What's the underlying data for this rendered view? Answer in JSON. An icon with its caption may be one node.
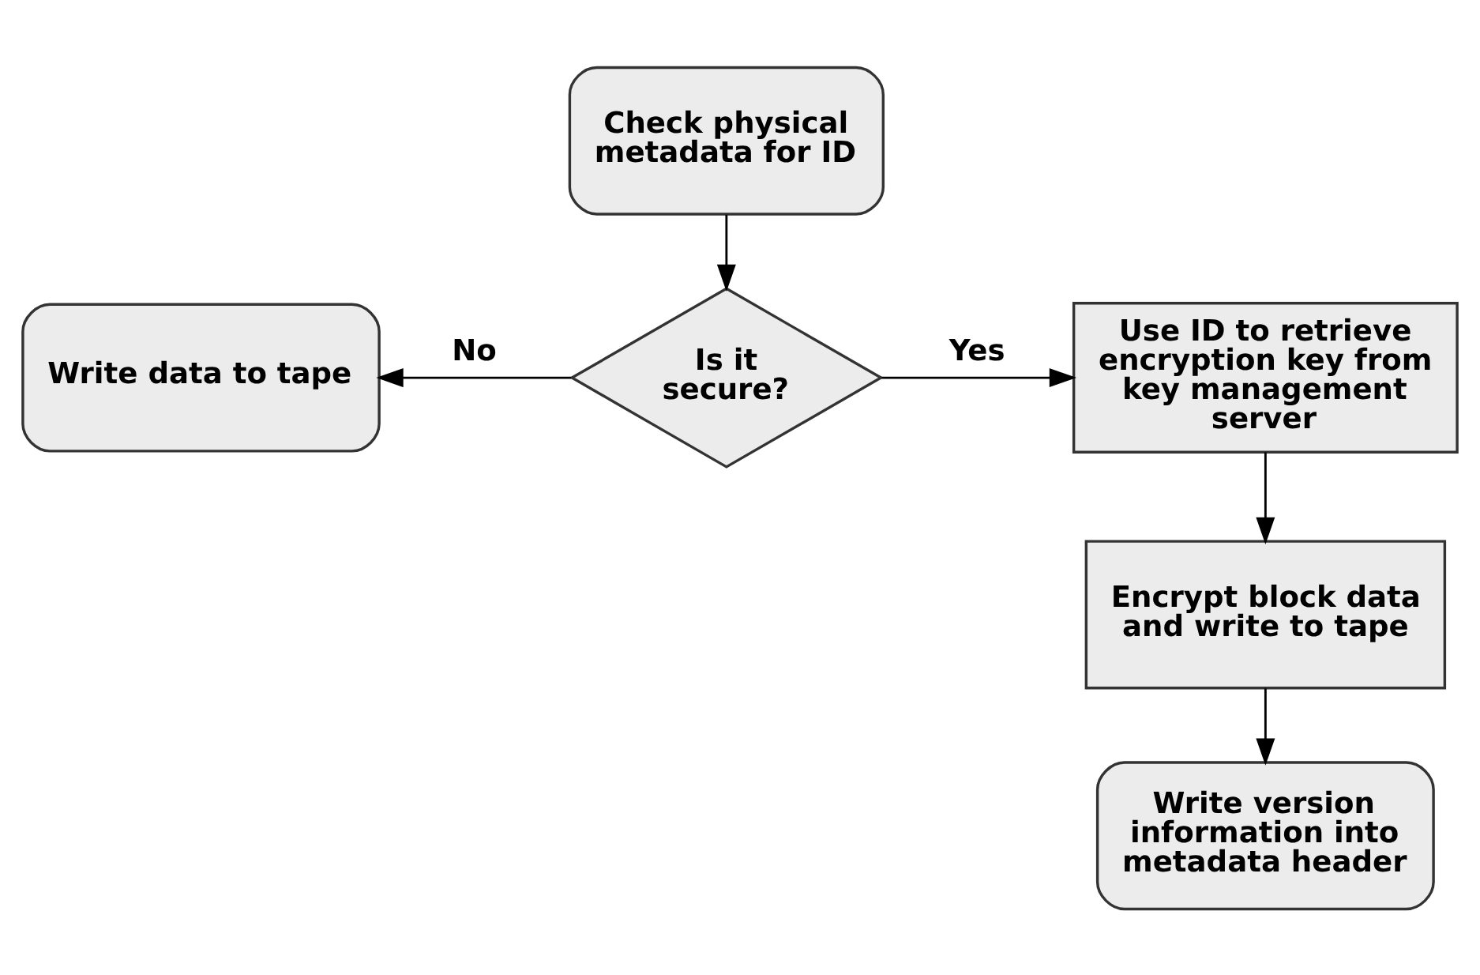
{
  "diagram": {
    "nodes": [
      {
        "text": [
          "Check physical metadata for ID"
        ]
      },
      {
        "text": [
          "Is it secure?"
        ]
      },
      {
        "text": [
          "Write data to tape"
        ]
      },
      {
        "text": [
          "Use ID to retrieve encryption key from key management server"
        ]
      },
      {
        "text": [
          "Encrypt block data and write to tape"
        ]
      },
      {
        "text": [
          "Write version information into metadata header"
        ]
      }
    ],
    "edges": [
      {
        "from": 0,
        "to": 1,
        "arrow": "to"
      },
      {
        "from": 1,
        "to": 2,
        "arrow": "to",
        "label": "No"
      },
      {
        "from": 1,
        "to": 3,
        "arrow": "to",
        "label": "Yes"
      },
      {
        "from": 3,
        "to": 4,
        "arrow": "to"
      },
      {
        "from": 4,
        "to": 5,
        "arrow": "to"
      }
    ]
  }
}
